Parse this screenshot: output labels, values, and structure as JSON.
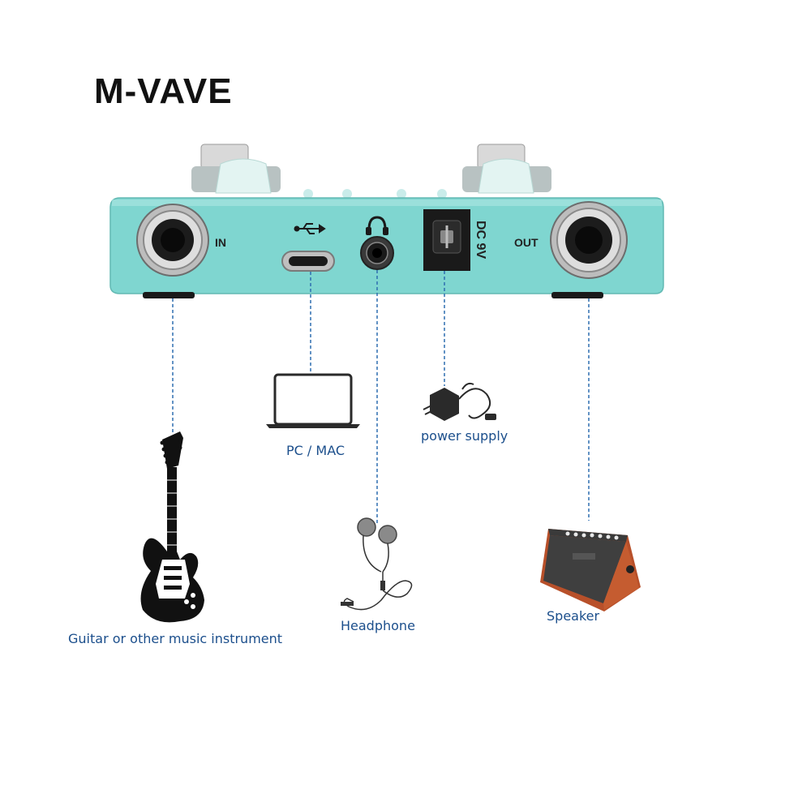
{
  "brand": {
    "logo_text": "M-VAVE"
  },
  "pedal": {
    "body_color": "#7fd6d0",
    "labels": {
      "input": "IN",
      "output": "OUT",
      "power": "DC 9V"
    },
    "icons": [
      "usb-icon",
      "headphone-icon"
    ]
  },
  "connections": [
    {
      "port": "input",
      "device": "Guitar or other music instrument"
    },
    {
      "port": "usb",
      "device": "PC / MAC"
    },
    {
      "port": "headphone",
      "device": "Headphone"
    },
    {
      "port": "power",
      "device": "power supply"
    },
    {
      "port": "output",
      "device": "Speaker"
    }
  ],
  "colors": {
    "caption": "#1c4f8c",
    "connector_line": "#2f6fb0",
    "pedal": "#7fd6d0"
  }
}
